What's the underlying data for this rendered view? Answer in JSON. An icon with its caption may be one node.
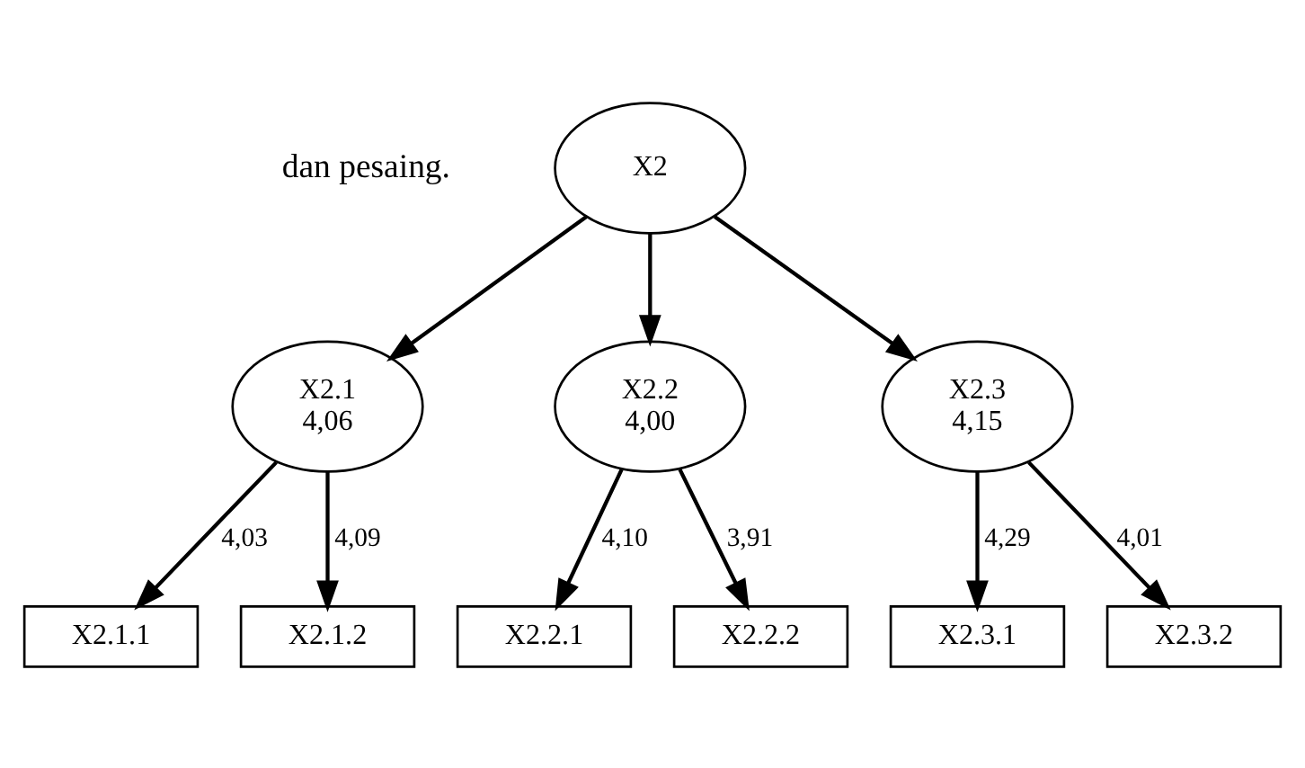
{
  "diagram": {
    "nodes": [
      {
        "text": [
          "X2"
        ]
      },
      {
        "text": [
          "X2.1",
          "4,06"
        ]
      },
      {
        "text": [
          "X2.2",
          "4,00"
        ]
      },
      {
        "text": [
          "X2.3",
          "4,15"
        ]
      },
      {
        "text": [
          "X2.1.1"
        ]
      },
      {
        "text": [
          "X2.1.2"
        ]
      },
      {
        "text": [
          "X2.2.1"
        ]
      },
      {
        "text": [
          "X2.2.2"
        ]
      },
      {
        "text": [
          "X2.3.1"
        ]
      },
      {
        "text": [
          "X2.3.2"
        ]
      }
    ],
    "edges": [
      {
        "from": 0,
        "to": 1,
        "arrow": "to"
      },
      {
        "from": 0,
        "to": 2,
        "arrow": "to"
      },
      {
        "from": 0,
        "to": 3,
        "arrow": "to"
      },
      {
        "from": 1,
        "to": 4,
        "arrow": "to",
        "label": "4,03"
      },
      {
        "from": 1,
        "to": 5,
        "arrow": "to",
        "label": "4,09"
      },
      {
        "from": 2,
        "to": 6,
        "arrow": "to",
        "label": "4,10"
      },
      {
        "from": 2,
        "to": 7,
        "arrow": "to",
        "label": "3,91"
      },
      {
        "from": 3,
        "to": 8,
        "arrow": "to",
        "label": "4,29"
      },
      {
        "from": 3,
        "to": 9,
        "arrow": "to",
        "label": "4,01"
      }
    ],
    "labels": [
      "dan pesaing."
    ]
  }
}
